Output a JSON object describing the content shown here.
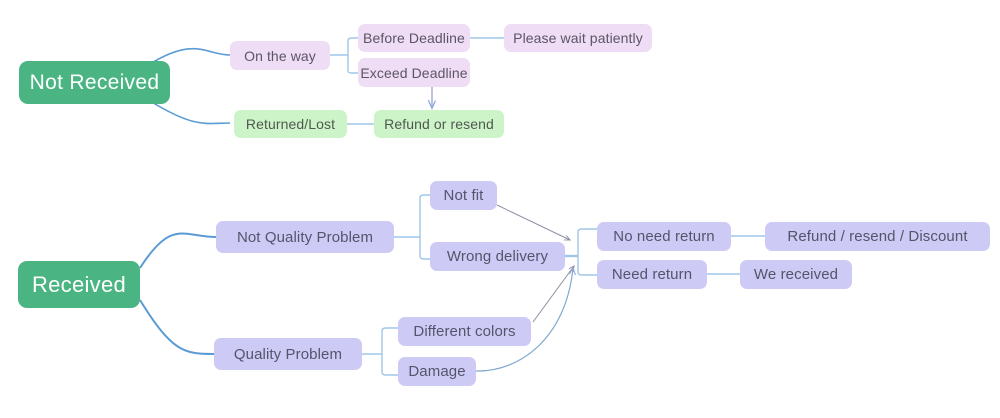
{
  "diagram": {
    "title": "Order issue resolution flowchart",
    "palette": {
      "root_green": "#4ab583",
      "pink_lavender": "#eeddf4",
      "light_green": "#cdf4c8",
      "blue_lavender": "#cdcbf5",
      "connector_blue": "#5b9bd5",
      "connector_light": "#9fc7e8",
      "arrow_grey": "#8a8fa0",
      "text_dark": "#55546b",
      "text_white": "#ffffff",
      "background": "#ffffff"
    },
    "branches": [
      {
        "id": "not-received",
        "root_label": "Not Received",
        "nodes": [
          {
            "id": "on-the-way",
            "label": "On the way",
            "style": "pink"
          },
          {
            "id": "before-deadline",
            "label": "Before Deadline",
            "style": "pink"
          },
          {
            "id": "please-wait-patiently",
            "label": "Please wait patiently",
            "style": "pink"
          },
          {
            "id": "exceed-deadline",
            "label": "Exceed Deadline",
            "style": "pink"
          },
          {
            "id": "returned-lost",
            "label": "Returned/Lost",
            "style": "green"
          },
          {
            "id": "refund-or-resend",
            "label": "Refund or resend",
            "style": "green"
          }
        ]
      },
      {
        "id": "received",
        "root_label": "Received",
        "nodes": [
          {
            "id": "not-quality-problem",
            "label": "Not Quality Problem",
            "style": "blue"
          },
          {
            "id": "not-fit",
            "label": "Not fit",
            "style": "blue"
          },
          {
            "id": "wrong-delivery",
            "label": "Wrong delivery",
            "style": "blue"
          },
          {
            "id": "quality-problem",
            "label": "Quality Problem",
            "style": "blue"
          },
          {
            "id": "different-colors",
            "label": "Different colors",
            "style": "blue"
          },
          {
            "id": "damage",
            "label": "Damage",
            "style": "blue"
          },
          {
            "id": "no-need-return",
            "label": "No need return",
            "style": "blue"
          },
          {
            "id": "refund-resend-discount",
            "label": "Refund / resend / Discount",
            "style": "blue"
          },
          {
            "id": "need-return",
            "label": "Need return",
            "style": "blue"
          },
          {
            "id": "we-received",
            "label": "We received",
            "style": "blue"
          }
        ]
      }
    ],
    "labels": {
      "not_received": "Not Received",
      "on_the_way": "On the way",
      "before_deadline": "Before Deadline",
      "please_wait_patiently": "Please wait patiently",
      "exceed_deadline": "Exceed Deadline",
      "returned_lost": "Returned/Lost",
      "refund_or_resend": "Refund or resend",
      "received": "Received",
      "not_quality_problem": "Not Quality Problem",
      "not_fit": "Not fit",
      "wrong_delivery": "Wrong delivery",
      "quality_problem": "Quality Problem",
      "different_colors": "Different colors",
      "damage": "Damage",
      "no_need_return": "No need return",
      "refund_resend_discount": "Refund / resend / Discount",
      "need_return": "Need return",
      "we_received": "We received"
    }
  }
}
